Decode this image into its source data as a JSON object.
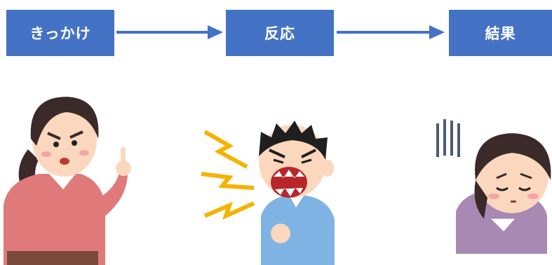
{
  "flow": {
    "stages": [
      {
        "label": "きっかけ"
      },
      {
        "label": "反応"
      },
      {
        "label": "結果"
      }
    ]
  },
  "colors": {
    "stage_fill": "#4472c4",
    "arrow": "#4472c4",
    "stage_text": "#ffffff"
  },
  "illustrations": [
    {
      "icon": "scolding-mother-icon"
    },
    {
      "icon": "shouting-boy-icon"
    },
    {
      "icon": "dejected-woman-icon"
    }
  ]
}
